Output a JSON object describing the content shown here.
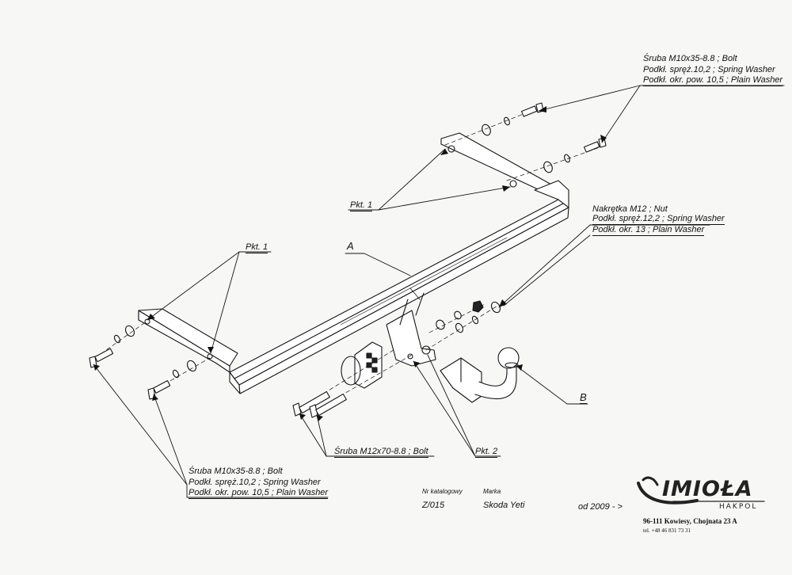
{
  "labels": {
    "top_right": {
      "line1": "Śruba M10x35-8.8 ;  Bolt",
      "line2": "Podkł. spręż.10,2 ; Spring Washer",
      "line3": "Podkł. okr. pow. 10,5 ; Plain Washer"
    },
    "nut": {
      "line1": "Nakrętka  M12 ; Nut",
      "line2": "Podkł. spręż.12,2 ; Spring Washer",
      "line3": "Podkł. okr. 13 ; Plain Washer"
    },
    "bottom_left": {
      "line1": "Śruba M10x35-8.8 ;  Bolt",
      "line2": "Podkł. spręż.10,2 ; Spring Washer",
      "line3": "Podkł. okr. pow. 10,5 ; Plain Washer"
    },
    "bolt_m12": "Śruba M12x70-8.8 ;  Bolt",
    "pkt1_a": "Pkt. 1",
    "pkt1_b": "Pkt. 1",
    "pkt2": "Pkt. 2",
    "part_a": "A",
    "part_b": "B"
  },
  "catalog": {
    "nr_label": "Nr katalogowy",
    "nr_value": "Z/015",
    "marka_label": "Marka",
    "marka_value": "Skoda Yeti",
    "since": "od  2009 - >"
  },
  "company": {
    "name": "IMIOŁA",
    "sub": "HAKPOL",
    "address": "96-111 Kowiesy, Chojnata 23 A",
    "tel": "tel. +48 46 831 73 31"
  }
}
